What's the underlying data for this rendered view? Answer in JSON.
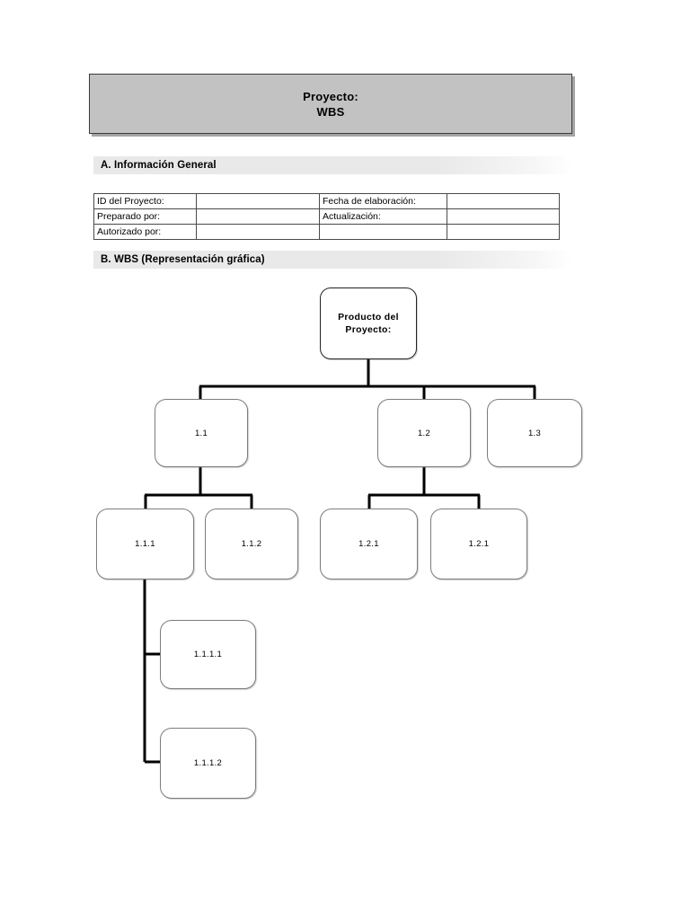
{
  "header": {
    "line1": "Proyecto:",
    "line2": "WBS",
    "bg_color": "#c2c2c2"
  },
  "sections": {
    "a_title": "A. Información General",
    "b_title": "B. WBS (Representación gráfica)",
    "band_color": "#e9e9e9"
  },
  "info_table": {
    "rows": [
      {
        "label1": "ID del Proyecto:",
        "value1": "",
        "label2": "Fecha de elaboración:",
        "value2": ""
      },
      {
        "label1": "Preparado por:",
        "value1": "",
        "label2": "Actualización:",
        "value2": ""
      },
      {
        "label1": "Autorizado por:",
        "value1": "",
        "label2": "",
        "value2": ""
      }
    ]
  },
  "wbs": {
    "root": {
      "label": "Producto del\nProyecto:",
      "line1": "Producto del",
      "line2": "Proyecto:"
    },
    "level1": [
      {
        "id": "1.1",
        "label": "1.1"
      },
      {
        "id": "1.2",
        "label": "1.2"
      },
      {
        "id": "1.3",
        "label": "1.3"
      }
    ],
    "level2": [
      {
        "id": "1.1.1",
        "label": "1.1.1",
        "parent": "1.1"
      },
      {
        "id": "1.1.2",
        "label": "1.1.2",
        "parent": "1.1"
      },
      {
        "id": "1.2.1a",
        "label": "1.2.1",
        "parent": "1.2"
      },
      {
        "id": "1.2.1b",
        "label": "1.2.1",
        "parent": "1.2"
      }
    ],
    "level3": [
      {
        "id": "1.1.1.1",
        "label": "1.1.1.1",
        "parent": "1.1.1"
      },
      {
        "id": "1.1.1.2",
        "label": "1.1.1.2",
        "parent": "1.1.1"
      }
    ],
    "connector_color": "#000000",
    "node_border_color": "#7c7c7c"
  }
}
